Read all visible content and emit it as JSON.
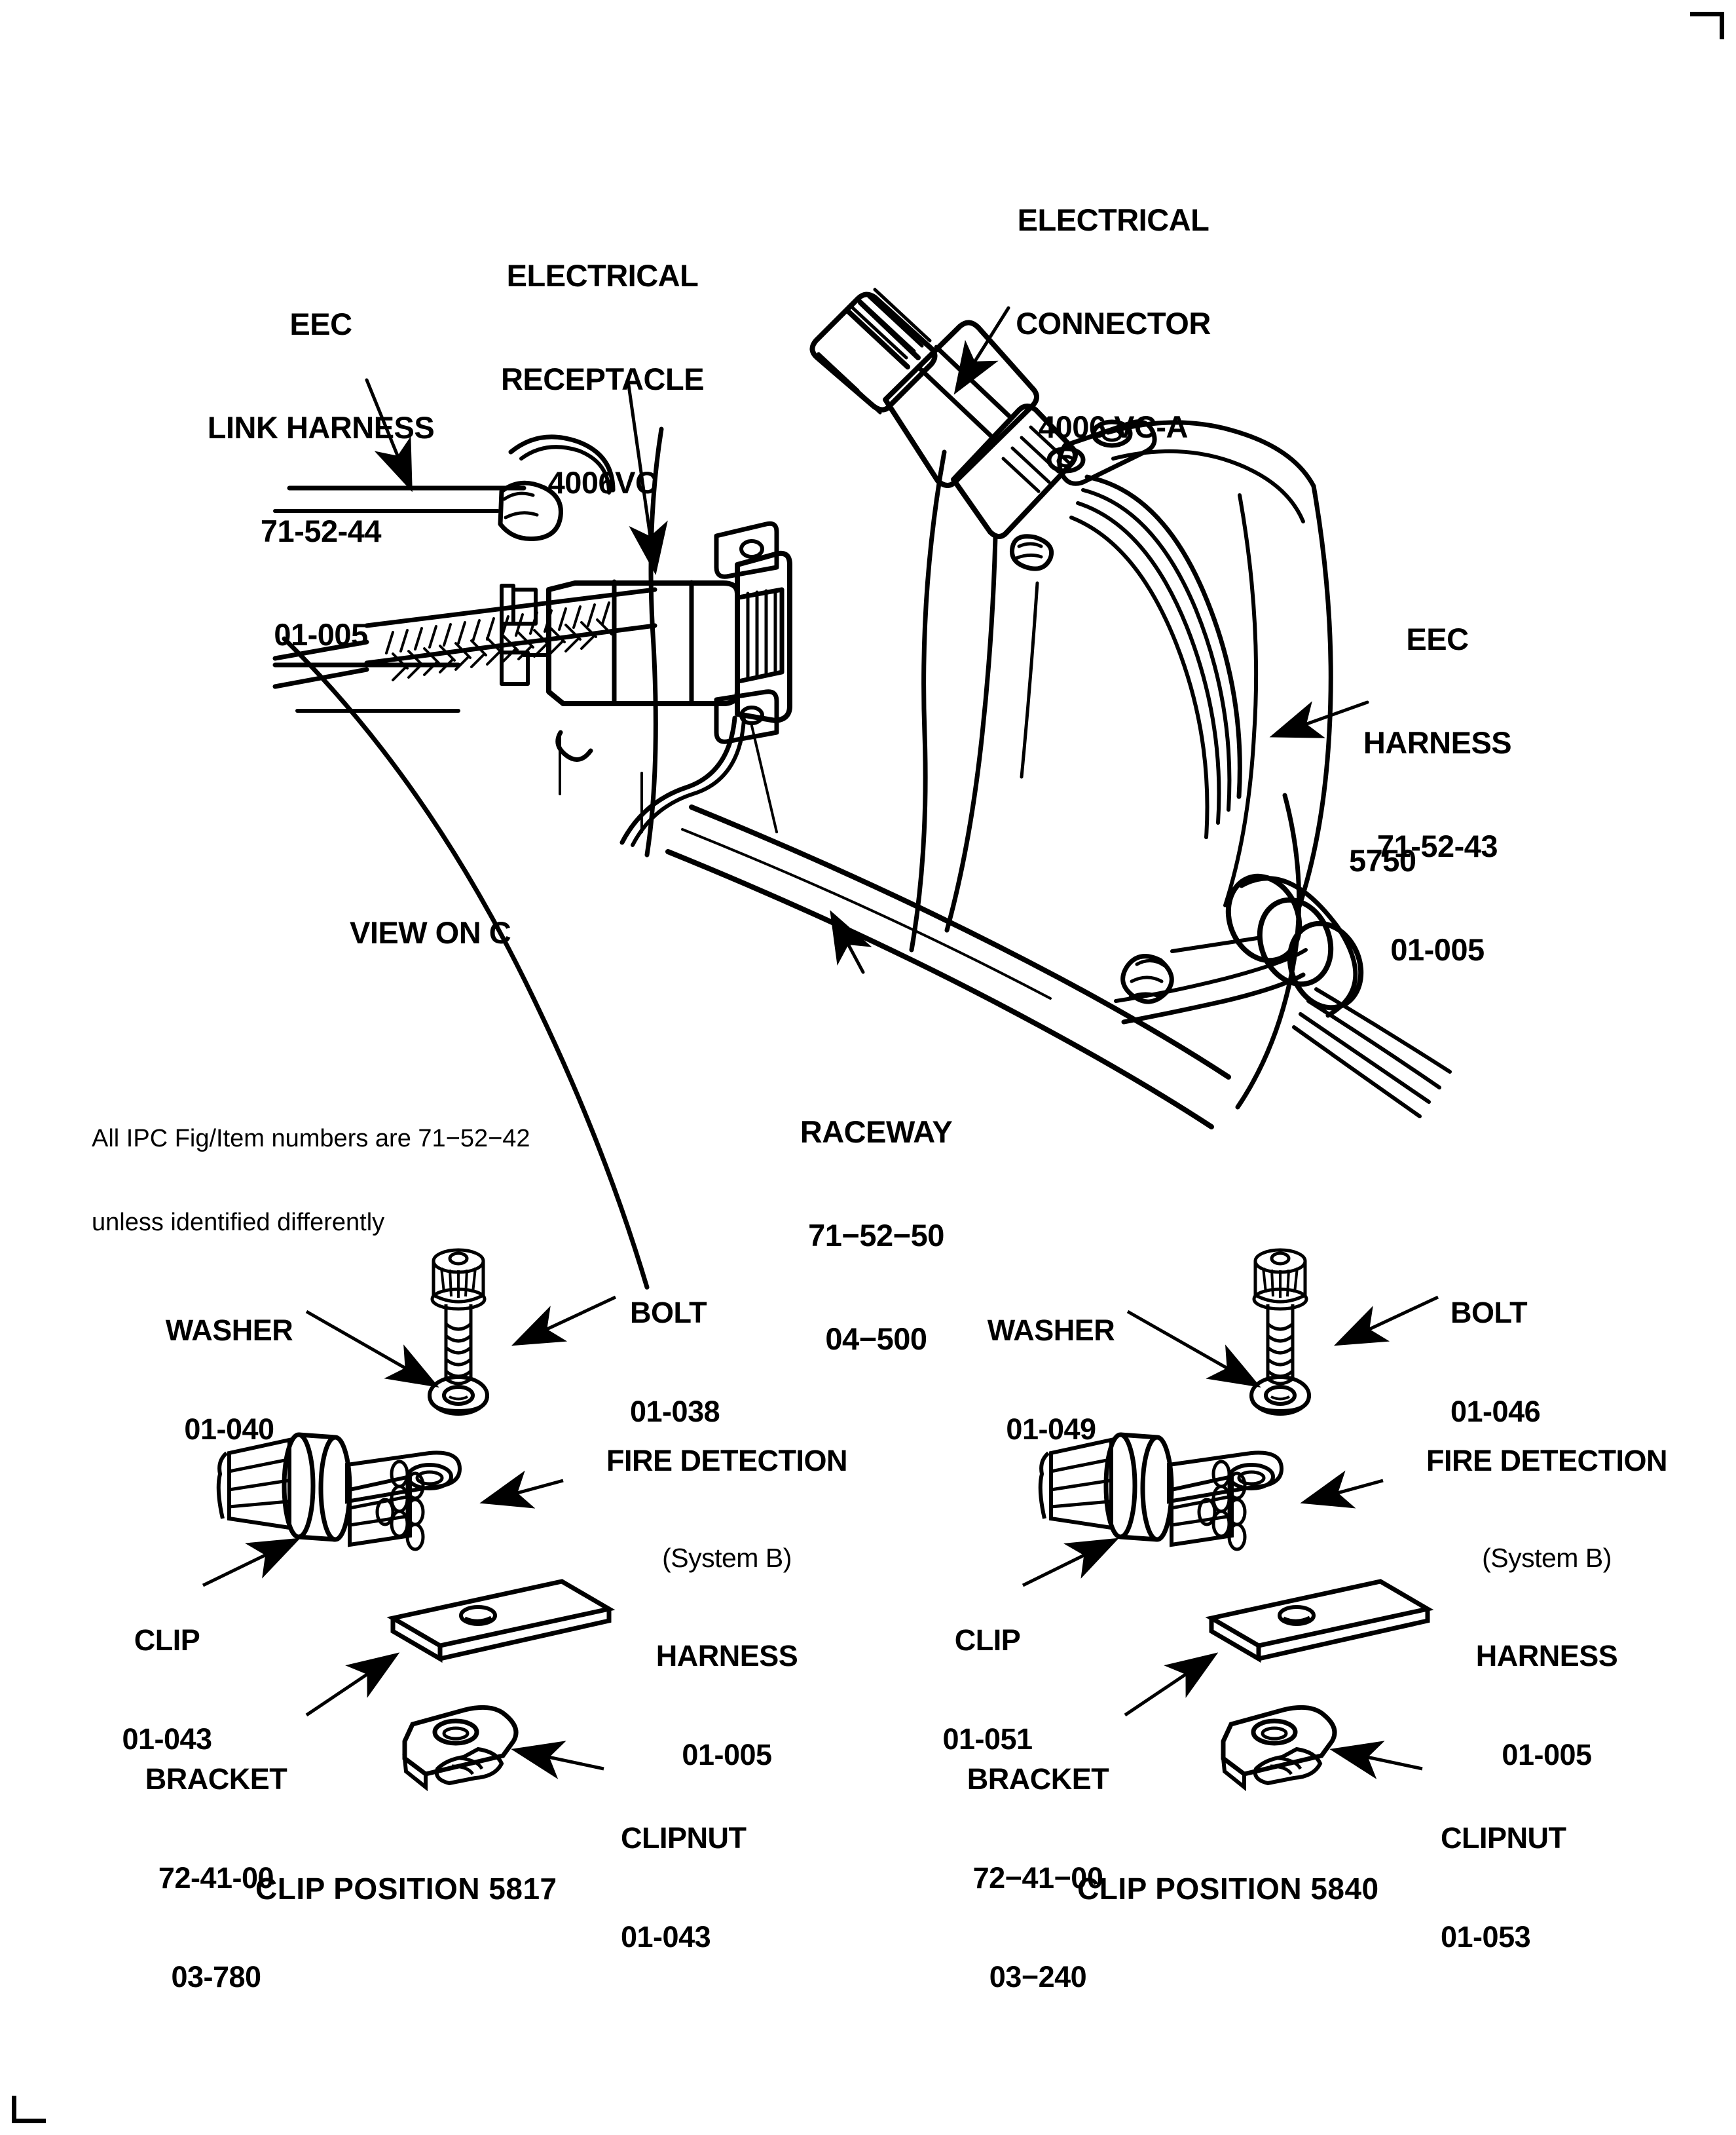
{
  "sheet": {
    "drawing_id": "de00017310a",
    "note": {
      "line1": "All IPC Fig/Item numbers are 71−52−42",
      "line2": "unless identified differently"
    },
    "view_title": "VIEW ON C"
  },
  "top_view": {
    "callouts": [
      {
        "name": "eec-link-harness",
        "lines": [
          "EEC",
          "LINK HARNESS",
          "71-52-44",
          "01-005"
        ]
      },
      {
        "name": "electrical-receptacle",
        "lines": [
          "ELECTRICAL",
          "RECEPTACLE",
          "4006VC"
        ]
      },
      {
        "name": "electrical-connector",
        "lines": [
          "ELECTRICAL",
          "CONNECTOR",
          "4006 VC-A"
        ]
      },
      {
        "name": "eec-harness",
        "lines": [
          "EEC",
          "HARNESS",
          "71-52-43",
          "01-005"
        ]
      },
      {
        "name": "raceway",
        "lines": [
          "RACEWAY",
          "71−52−50",
          "04−500"
        ]
      }
    ],
    "position_marker": "5750"
  },
  "detail_left": {
    "title": "CLIP POSITION 5817",
    "callouts": [
      {
        "name": "washer",
        "lines": [
          "WASHER",
          "01-040"
        ]
      },
      {
        "name": "bolt",
        "lines": [
          "BOLT",
          "01-038"
        ]
      },
      {
        "name": "fire-detection-harness",
        "lines": [
          "FIRE DETECTION",
          "(System B)",
          "HARNESS",
          "01-005"
        ]
      },
      {
        "name": "clip",
        "lines": [
          "CLIP",
          "01-043"
        ]
      },
      {
        "name": "bracket",
        "lines": [
          "BRACKET",
          "72-41-00",
          "03-780"
        ]
      },
      {
        "name": "clipnut",
        "lines": [
          "CLIPNUT",
          "01-043"
        ]
      }
    ]
  },
  "detail_right": {
    "title": "CLIP POSITION 5840",
    "callouts": [
      {
        "name": "washer",
        "lines": [
          "WASHER",
          "01-049"
        ]
      },
      {
        "name": "bolt",
        "lines": [
          "BOLT",
          "01-046"
        ]
      },
      {
        "name": "fire-detection-harness",
        "lines": [
          "FIRE DETECTION",
          "(System B)",
          "HARNESS",
          "01-005"
        ]
      },
      {
        "name": "clip",
        "lines": [
          "CLIP",
          "01-051"
        ]
      },
      {
        "name": "bracket",
        "lines": [
          "BRACKET",
          "72−41−00",
          "03−240"
        ]
      },
      {
        "name": "clipnut",
        "lines": [
          "CLIPNUT",
          "01-053"
        ]
      }
    ]
  },
  "colors": {
    "ink": "#000000",
    "paper": "#ffffff"
  }
}
